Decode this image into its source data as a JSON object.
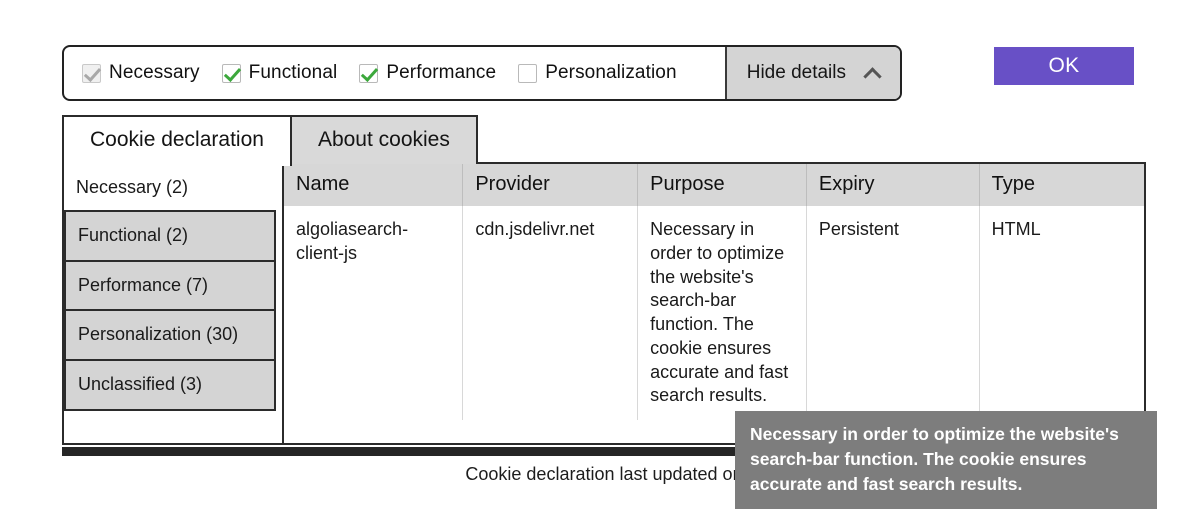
{
  "consent_bar": {
    "options": [
      {
        "label": "Necessary",
        "state": "checked-disabled",
        "icon": "checkbox-checked-disabled-icon"
      },
      {
        "label": "Functional",
        "state": "checked",
        "icon": "checkbox-checked-icon"
      },
      {
        "label": "Performance",
        "state": "checked",
        "icon": "checkbox-checked-icon"
      },
      {
        "label": "Personalization",
        "state": "unchecked",
        "icon": "checkbox-unchecked-icon"
      }
    ],
    "hide_details_label": "Hide details",
    "hide_details_icon": "chevron-up-icon",
    "ok_label": "OK"
  },
  "colors": {
    "ok_button": "#6850c6",
    "checkmark_green": "#3ca83c",
    "checkmark_disabled": "#a8a8a8",
    "tab_inactive": "#d9d9d9",
    "sidebar_inactive": "#d4d4d4",
    "table_header": "#d7d7d7",
    "tooltip_background": "#7d7d7d",
    "panel_border": "#2b2b2b",
    "footer_bar": "#262626"
  },
  "panel": {
    "tabs": [
      {
        "label": "Cookie declaration",
        "active": true
      },
      {
        "label": "About cookies",
        "active": false
      }
    ],
    "sidebar": {
      "items": [
        {
          "label": "Necessary (2)",
          "active": true
        },
        {
          "label": "Functional (2)",
          "active": false
        },
        {
          "label": "Performance (7)",
          "active": false
        },
        {
          "label": "Personalization (30)",
          "active": false
        },
        {
          "label": "Unclassified (3)",
          "active": false
        }
      ]
    },
    "table": {
      "columns": [
        "Name",
        "Provider",
        "Purpose",
        "Expiry",
        "Type"
      ],
      "rows": [
        {
          "name": "algoliasearch-client-js",
          "provider": "cdn.jsdelivr.net",
          "purpose": "Necessary in order to optimize the website's search-bar function. The cookie ensures accurate and fast search results.",
          "expiry": "Persistent",
          "type": "HTML"
        }
      ]
    }
  },
  "footer": {
    "caption": "Cookie declaration last updated on"
  },
  "tooltip": {
    "text": "Necessary in order to optimize the website's search-bar function. The cookie ensures accurate and fast search results."
  }
}
